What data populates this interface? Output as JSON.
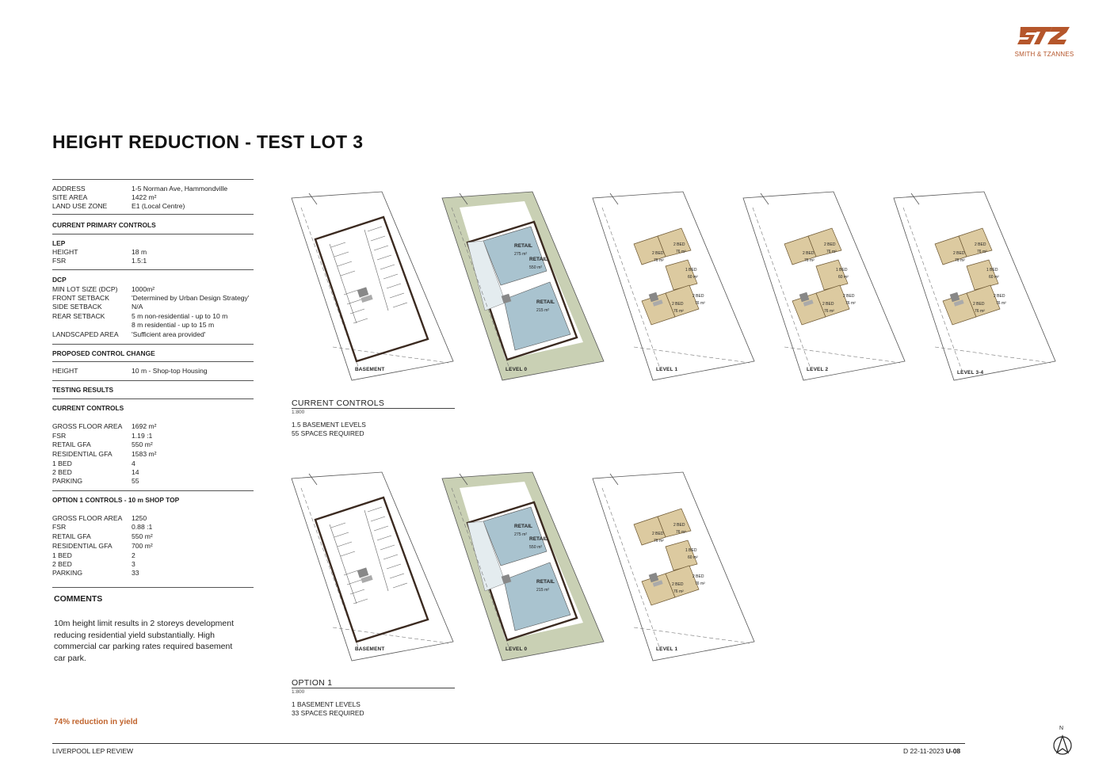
{
  "brand": {
    "name": "SMITH & TZANNES",
    "accent": "#b5562b"
  },
  "title": "HEIGHT REDUCTION - TEST LOT 3",
  "site": [
    {
      "k": "ADDRESS",
      "v": "1-5 Norman Ave, Hammondville"
    },
    {
      "k": "SITE AREA",
      "v": "1422 m²"
    },
    {
      "k": "LAND USE ZONE",
      "v": "E1 (Local Centre)"
    }
  ],
  "primary_controls_head": "CURRENT PRIMARY CONTROLS",
  "lep_head": "LEP",
  "lep": [
    {
      "k": "HEIGHT",
      "v": "18 m"
    },
    {
      "k": "FSR",
      "v": "1.5:1"
    }
  ],
  "dcp_head": "DCP",
  "dcp": [
    {
      "k": "MIN LOT SIZE (DCP)",
      "v": "1000m²"
    },
    {
      "k": "FRONT SETBACK",
      "v": "'Determined by Urban Design Strategy'"
    },
    {
      "k": "SIDE SETBACK",
      "v": "N/A"
    },
    {
      "k": "REAR SETBACK",
      "v": "5 m non-residential - up to 10 m"
    },
    {
      "k": "",
      "v": "8 m residential - up to 15 m"
    },
    {
      "k": "LANDSCAPED AREA",
      "v": "'Sufficient area provided'"
    }
  ],
  "proposed_head": "PROPOSED CONTROL CHANGE",
  "proposed": [
    {
      "k": "HEIGHT",
      "v": "10 m - Shop-top Housing"
    }
  ],
  "testing_head": "TESTING RESULTS",
  "current_head": "CURRENT CONTROLS",
  "current": [
    {
      "k": "GROSS FLOOR AREA",
      "v": "1692 m²"
    },
    {
      "k": "FSR",
      "v": "1.19 :1"
    },
    {
      "k": "RETAIL GFA",
      "v": "550 m²"
    },
    {
      "k": "RESIDENTIAL GFA",
      "v": "1583 m²"
    },
    {
      "k": "1 BED",
      "v": "4"
    },
    {
      "k": "2 BED",
      "v": "14"
    },
    {
      "k": "PARKING",
      "v": "55"
    }
  ],
  "option_head": "OPTION 1 CONTROLS - 10 m SHOP TOP",
  "option": [
    {
      "k": "GROSS FLOOR AREA",
      "v": "1250"
    },
    {
      "k": "FSR",
      "v": "0.88 :1"
    },
    {
      "k": "RETAIL GFA",
      "v": "550 m²"
    },
    {
      "k": "RESIDENTIAL GFA",
      "v": "700 m²"
    },
    {
      "k": "1 BED",
      "v": "2"
    },
    {
      "k": "2 BED",
      "v": "3"
    },
    {
      "k": "PARKING",
      "v": "33"
    }
  ],
  "comments_head": "COMMENTS",
  "comments": "10m height limit results in  2 storeys development reducing residential yield substantially. High commercial car parking rates required basement car park.",
  "reduction": "74% reduction in yield",
  "footer": {
    "left": "LIVERPOOL LEP REVIEW",
    "date": "D 22-11-2023",
    "code": "U-08"
  },
  "north": "N",
  "current_section": {
    "title": "CURRENT CONTROLS",
    "scale": "1:800",
    "notes": [
      "1.5 BASEMENT LEVELS",
      "55 SPACES REQUIRED"
    ],
    "captions": [
      "BASEMENT",
      "LEVEL 0",
      "LEVEL 1",
      "LEVEL 2",
      "LEVEL 3-4"
    ]
  },
  "option_section": {
    "title": "OPTION 1",
    "scale": "1:800",
    "notes": [
      "1 BASEMENT LEVELS",
      "33 SPACES REQUIRED"
    ],
    "captions": [
      "BASEMENT",
      "LEVEL 0",
      "LEVEL 1"
    ]
  },
  "retail_labels": {
    "r1": "RETAIL",
    "a1": "275 m²",
    "r2": "RETAIL",
    "a2": "550 m²",
    "r3": "RETAIL",
    "a3": "215 m²"
  },
  "unit_labels": {
    "b2": "2 BED",
    "b1": "1 BED",
    "a76": "76 m²",
    "a60": "60 m²"
  },
  "colors": {
    "retail": "#a9c3cf",
    "unit": "#dccaa0",
    "landscape": "#c9d0b4",
    "core": "#8a8a8a"
  }
}
